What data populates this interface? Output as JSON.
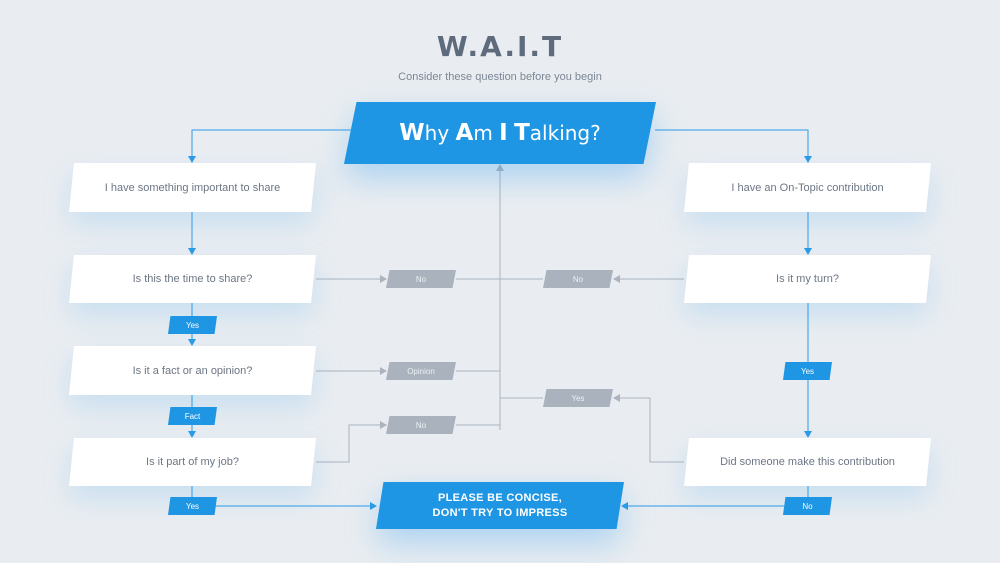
{
  "title": "W.A.I.T",
  "subtitle": "Consider these question before you begin",
  "main_question": {
    "parts": [
      {
        "cap": "W",
        "rest": "hy "
      },
      {
        "cap": "A",
        "rest": "m "
      },
      {
        "cap": "I",
        "rest": " "
      },
      {
        "cap": "T",
        "rest": "alking?"
      }
    ]
  },
  "left_branch": {
    "start": "I have something important to share",
    "q1": "Is this the time to share?",
    "q2": "Is it a fact or an opinion?",
    "q3": "Is it part of my job?"
  },
  "right_branch": {
    "start": "I have an On-Topic contribution",
    "q1": "Is it my turn?",
    "q2": "Did someone make this contribution"
  },
  "final": {
    "line1": "PLEASE BE CONCISE,",
    "line2": "DON'T TRY TO IMPRESS"
  },
  "tags": {
    "left_yes_1": "Yes",
    "left_fact": "Fact",
    "left_yes_2": "Yes",
    "mid_no_1": "No",
    "mid_opinion": "Opinion",
    "mid_no_2": "No",
    "right_no_1": "No",
    "right_yes_1": "Yes",
    "right_yes_2": "Yes",
    "right_no_2": "No"
  },
  "colors": {
    "blue": "#1e96e3",
    "gray_tag": "#a9b2bd",
    "connector_blue": "#2b9be6",
    "connector_gray": "#aab3be",
    "background": "#e9edf1"
  }
}
